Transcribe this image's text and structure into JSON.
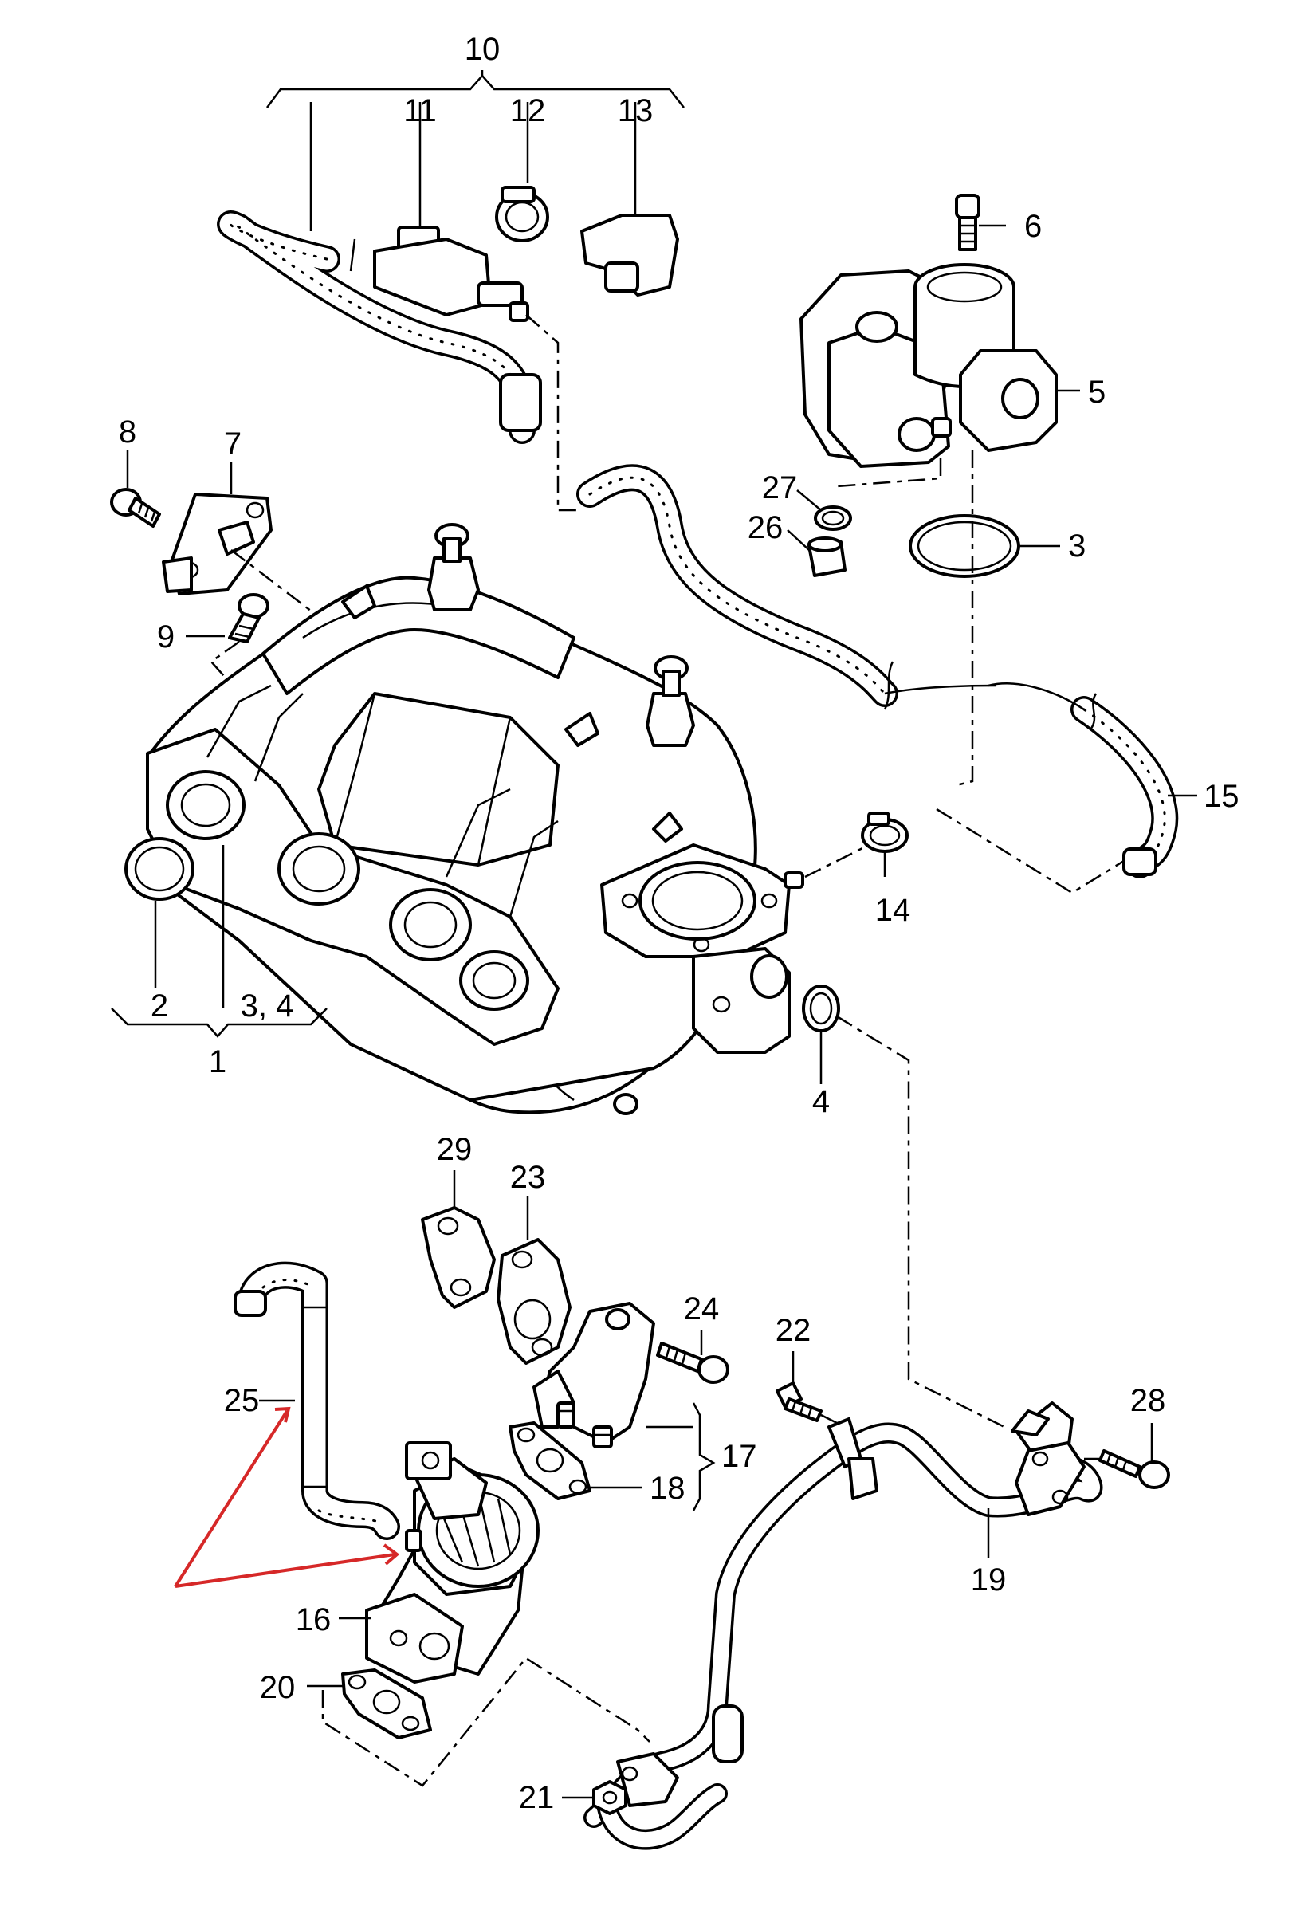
{
  "diagram": {
    "labels": {
      "l1": "1",
      "l2": "2",
      "l3": "3",
      "l3_4": "3, 4",
      "l4": "4",
      "l5": "5",
      "l6": "6",
      "l7": "7",
      "l8": "8",
      "l9": "9",
      "l10": "10",
      "l11": "11",
      "l12": "12",
      "l13": "13",
      "l14": "14",
      "l15": "15",
      "l16": "16",
      "l17": "17",
      "l18": "18",
      "l19": "19",
      "l20": "20",
      "l21": "21",
      "l22": "22",
      "l23": "23",
      "l24": "24",
      "l25": "25",
      "l26": "26",
      "l27": "27",
      "l28": "28",
      "l29": "29"
    },
    "colors": {
      "line": "#000000",
      "background": "#ffffff",
      "annotation_arrow": "#d62828"
    }
  }
}
